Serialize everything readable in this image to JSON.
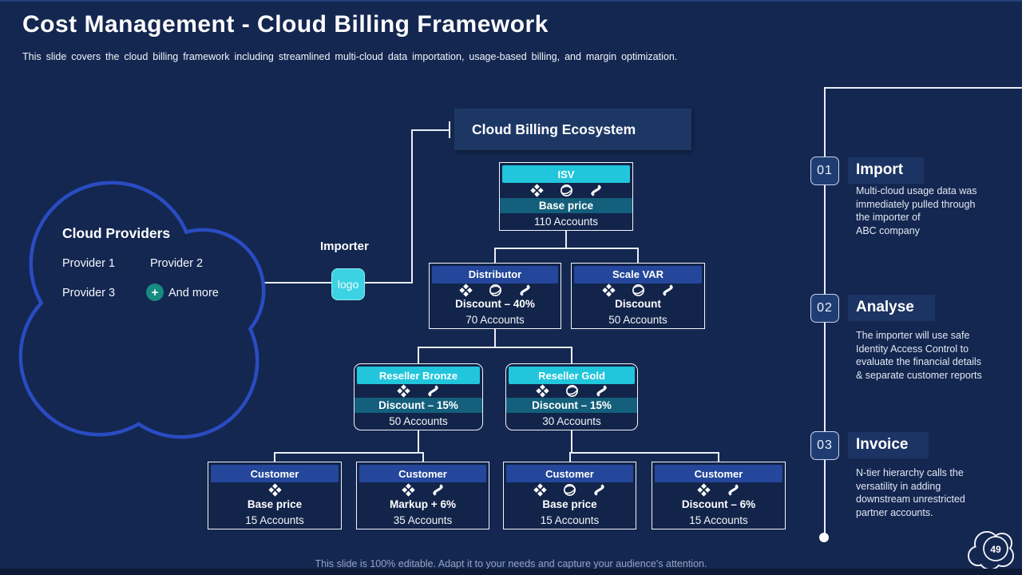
{
  "slide": {
    "title": "Cost Management - Cloud Billing Framework",
    "subtitle": "This slide covers the cloud billing framework including streamlined multi-cloud data importation, usage-based billing, and margin optimization.",
    "footer_note": "This slide is 100% editable. Adapt it to your needs and capture your audience's attention.",
    "page_number": "49",
    "colors": {
      "background": "#142750",
      "accent_cyan": "#21C6DC",
      "accent_blue": "#24479B",
      "teal_bar": "#135F7C",
      "cloud_outline": "#2A4CC2",
      "connector_line": "#E9EEF7"
    }
  },
  "cloud_providers": {
    "title": "Cloud Providers",
    "providers": [
      "Provider 1",
      "Provider 2",
      "Provider 3"
    ],
    "plus_label": "+",
    "more_label": "And more"
  },
  "importer": {
    "label": "Importer",
    "logo_text": "logo"
  },
  "ecosystem": {
    "header": "Cloud Billing Ecosystem",
    "nodes": [
      {
        "title": "ISV",
        "icons": [
          "payment-icon",
          "globe-icon",
          "money-ribbon-icon"
        ],
        "price": "Base price",
        "accounts": "110 Accounts"
      },
      {
        "title": "Distributor",
        "icons": [
          "payment-icon",
          "globe-icon",
          "money-ribbon-icon"
        ],
        "price": "Discount – 40%",
        "accounts": "70 Accounts"
      },
      {
        "title": "Scale VAR",
        "icons": [
          "payment-icon",
          "globe-icon",
          "money-ribbon-icon"
        ],
        "price": "Discount",
        "accounts": "50 Accounts"
      },
      {
        "title": "Reseller Bronze",
        "icons": [
          "payment-icon",
          "money-ribbon-icon"
        ],
        "price": "Discount – 15%",
        "accounts": "50 Accounts"
      },
      {
        "title": "Reseller Gold",
        "icons": [
          "payment-icon",
          "globe-icon",
          "money-ribbon-icon"
        ],
        "price": "Discount – 15%",
        "accounts": "30 Accounts"
      },
      {
        "title": "Customer",
        "icons": [
          "payment-icon"
        ],
        "price": "Base price",
        "accounts": "15 Accounts"
      },
      {
        "title": "Customer",
        "icons": [
          "payment-icon",
          "money-ribbon-icon"
        ],
        "price": "Markup + 6%",
        "accounts": "35 Accounts"
      },
      {
        "title": "Customer",
        "icons": [
          "payment-icon",
          "globe-icon",
          "money-ribbon-icon"
        ],
        "price": "Base price",
        "accounts": "15 Accounts"
      },
      {
        "title": "Customer",
        "icons": [
          "payment-icon",
          "money-ribbon-icon"
        ],
        "price": "Discount – 6%",
        "accounts": "15 Accounts"
      }
    ]
  },
  "steps": [
    {
      "number": "01",
      "title": "Import",
      "lines": [
        "Multi-cloud usage data was",
        "immediately pulled through",
        "the importer of",
        "ABC company"
      ]
    },
    {
      "number": "02",
      "title": "Analyse",
      "lines": [
        "The importer will use safe",
        "Identity Access Control to",
        "evaluate the financial details",
        "& separate customer reports"
      ]
    },
    {
      "number": "03",
      "title": "Invoice",
      "lines": [
        "N-tier hierarchy calls the",
        "versatility in adding",
        "downstream unrestricted",
        "partner accounts."
      ]
    }
  ]
}
